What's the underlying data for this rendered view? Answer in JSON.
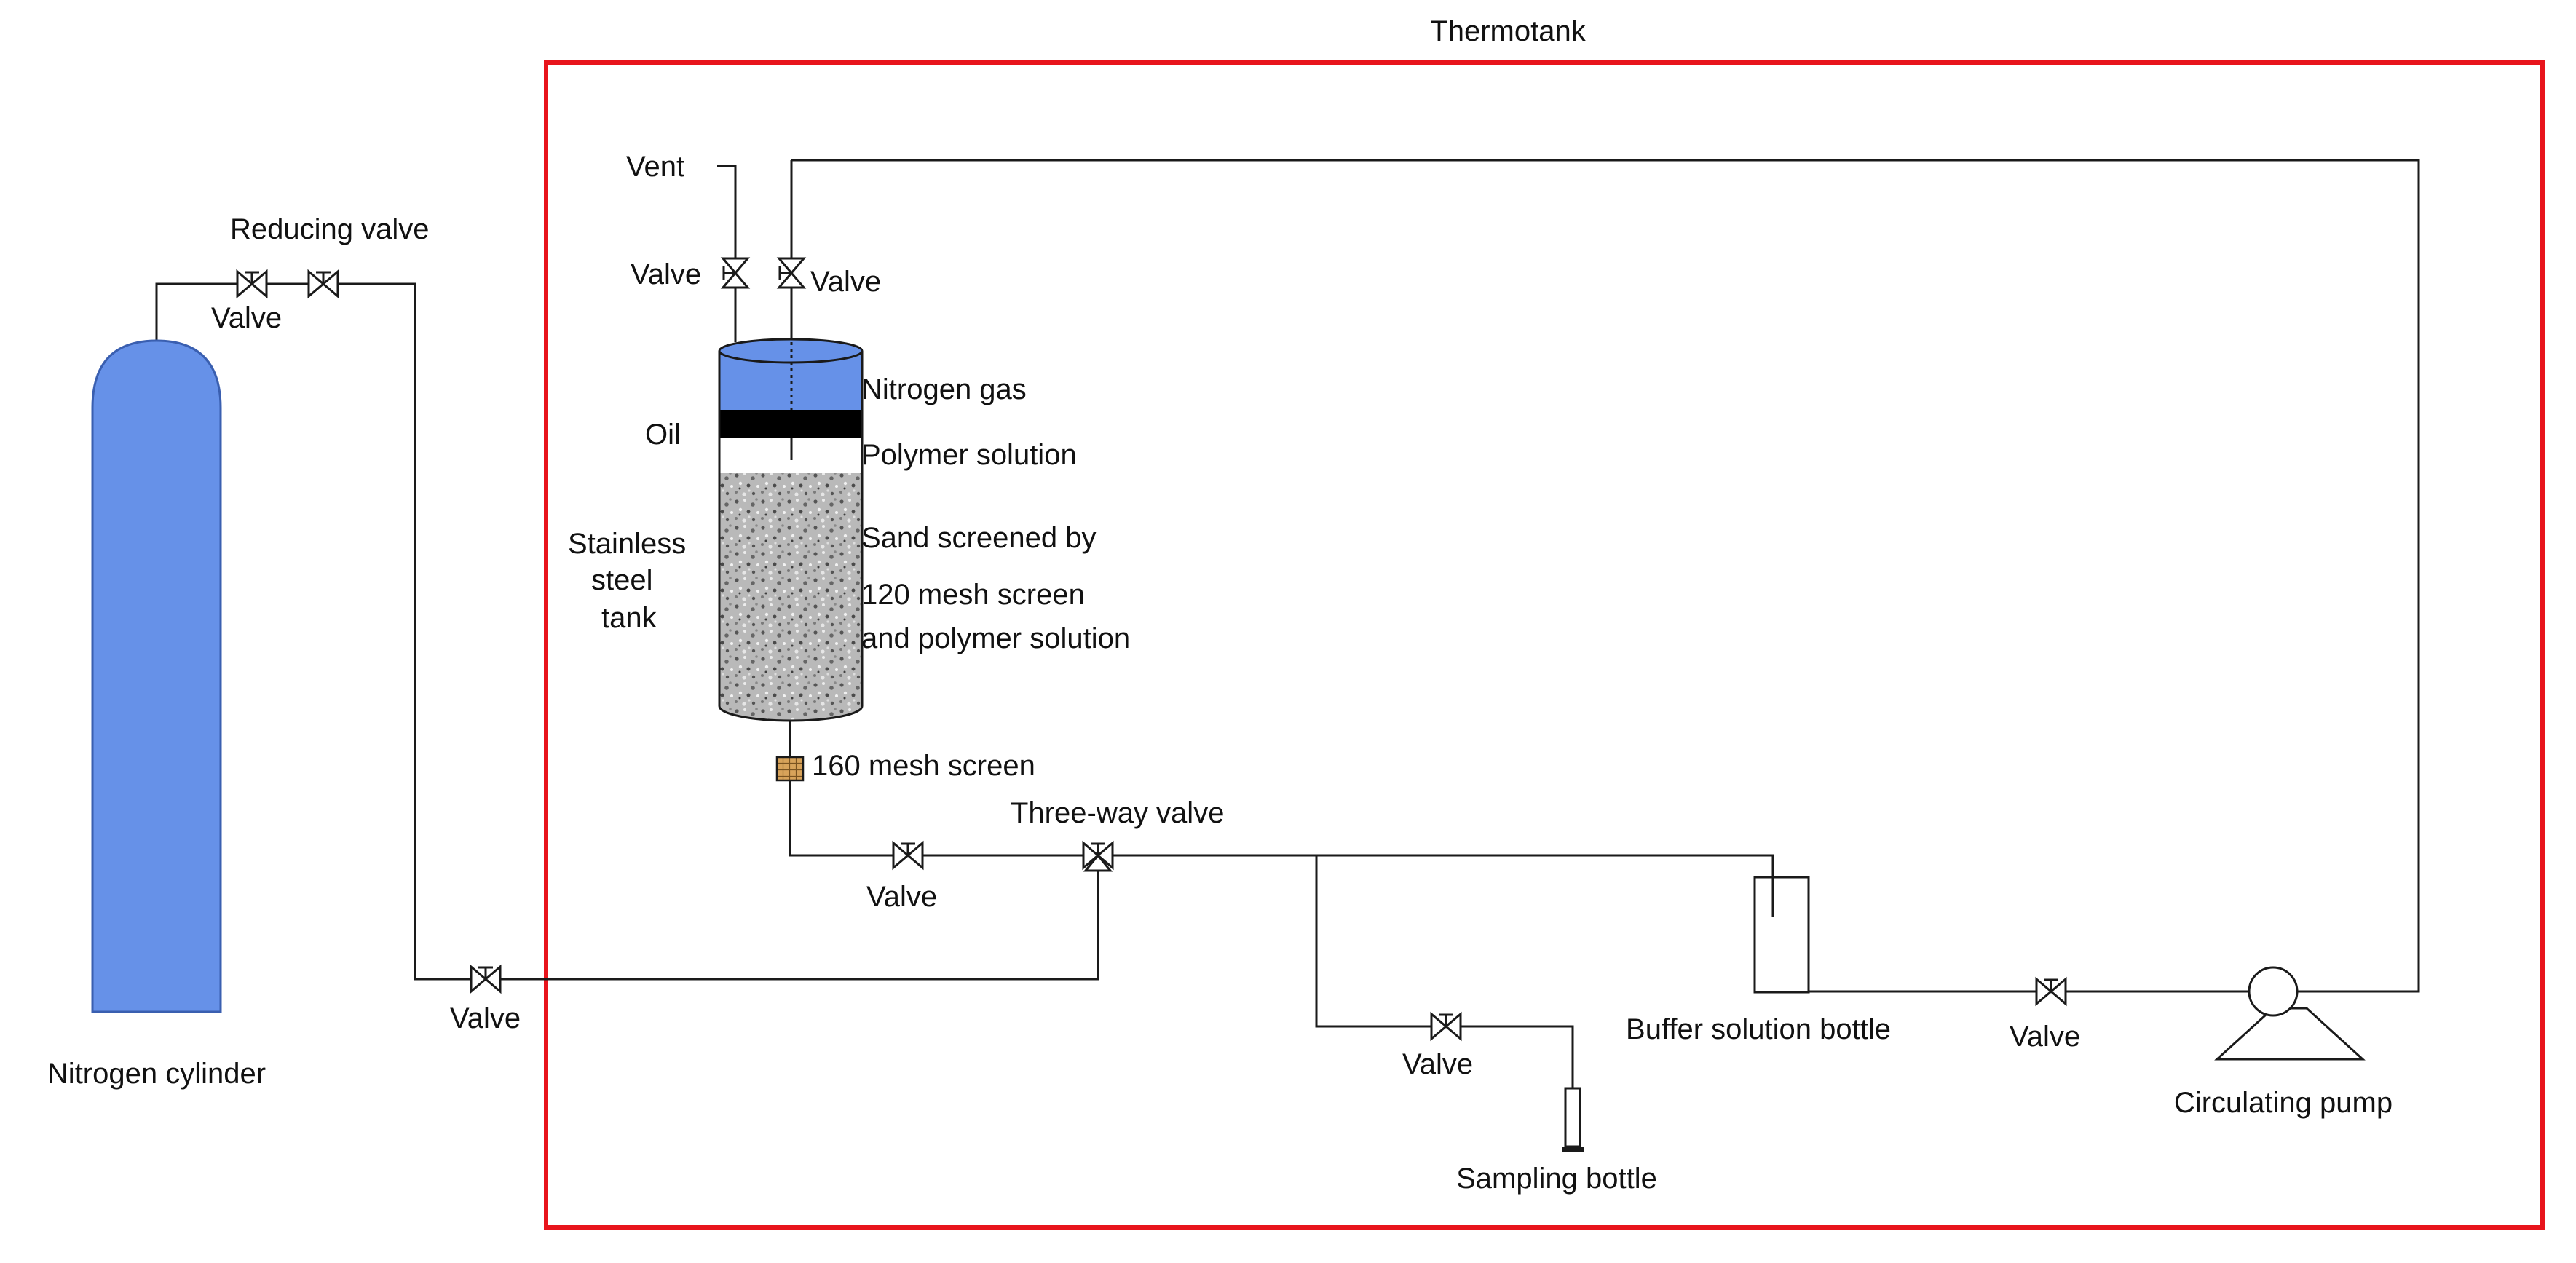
{
  "labels": {
    "thermotank": "Thermotank",
    "vent": "Vent",
    "reducing_valve": "Reducing valve",
    "valve_cylinder": "Valve",
    "valve_left_vent": "Valve",
    "valve_right_vent": "Valve",
    "nitrogen_gas": "Nitrogen gas",
    "oil": "Oil",
    "polymer_solution": "Polymer solution",
    "stainless_1": "Stainless",
    "stainless_2": "steel",
    "stainless_3": "tank",
    "sand_1": "Sand screened by",
    "sand_2": "120 mesh screen",
    "sand_3": "and polymer solution",
    "mesh_160": "160 mesh screen",
    "three_way_valve": "Three-way  valve",
    "valve_outlet": "Valve",
    "valve_feed": "Valve",
    "nitrogen_cylinder": "Nitrogen cylinder",
    "valve_sampling": "Valve",
    "sampling_bottle": "Sampling bottle",
    "buffer_bottle": "Buffer solution bottle",
    "valve_pump": "Valve",
    "circulating_pump": "Circulating pump"
  },
  "colors": {
    "thermotank_border": "#e8141c",
    "cylinder_fill": "#6691e8",
    "nitrogen_gas_fill": "#6691e8",
    "oil_fill": "#000000",
    "sand_fill": "#b8b8b8",
    "mesh_fill": "#d8a35a"
  }
}
